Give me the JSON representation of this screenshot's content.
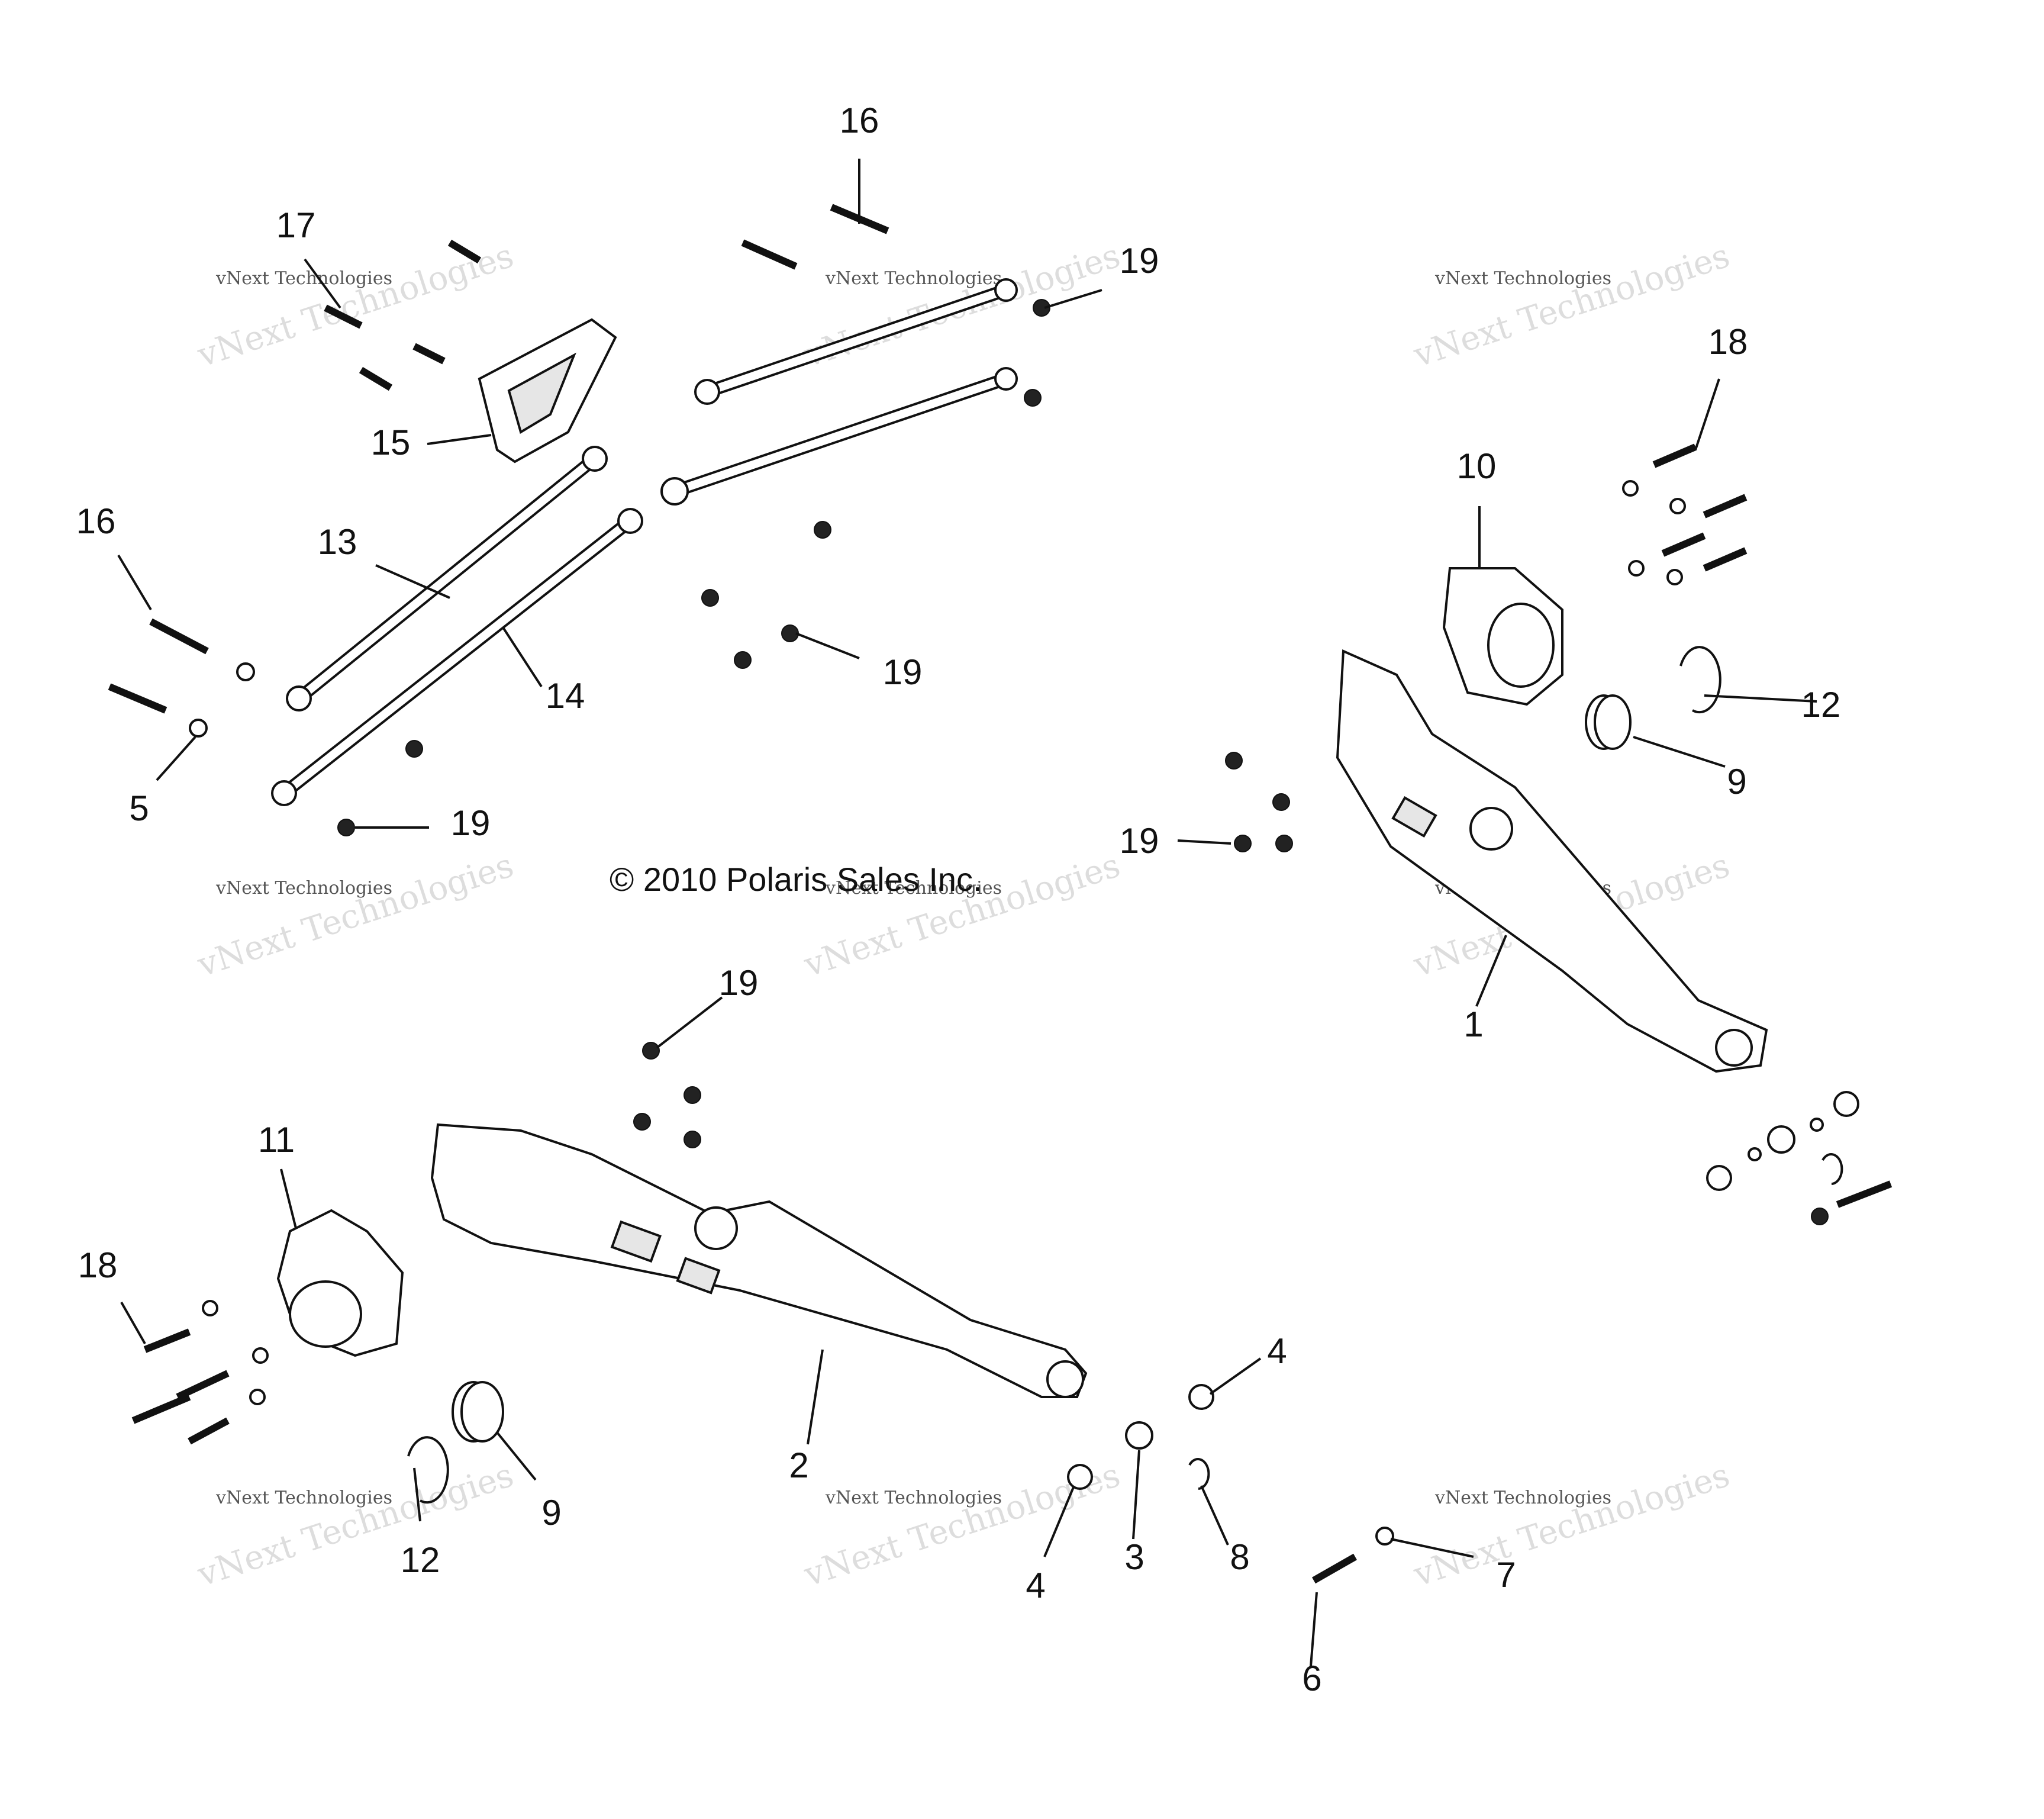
{
  "copyright": "© 2010 Polaris Sales Inc.",
  "watermark": {
    "small": "vNext Technologies",
    "large": "vNext Technologies"
  },
  "callouts": [
    {
      "id": "c16a",
      "label": "16"
    },
    {
      "id": "c17",
      "label": "17"
    },
    {
      "id": "c19a",
      "label": "19"
    },
    {
      "id": "c15",
      "label": "15"
    },
    {
      "id": "c16b",
      "label": "16"
    },
    {
      "id": "c13",
      "label": "13"
    },
    {
      "id": "c14",
      "label": "14"
    },
    {
      "id": "c19b",
      "label": "19"
    },
    {
      "id": "c5",
      "label": "5"
    },
    {
      "id": "c19c",
      "label": "19"
    },
    {
      "id": "c18a",
      "label": "18"
    },
    {
      "id": "c10",
      "label": "10"
    },
    {
      "id": "c12a",
      "label": "12"
    },
    {
      "id": "c9a",
      "label": "9"
    },
    {
      "id": "c19d",
      "label": "19"
    },
    {
      "id": "c1",
      "label": "1"
    },
    {
      "id": "c19e",
      "label": "19"
    },
    {
      "id": "c11",
      "label": "11"
    },
    {
      "id": "c18b",
      "label": "18"
    },
    {
      "id": "c9b",
      "label": "9"
    },
    {
      "id": "c12b",
      "label": "12"
    },
    {
      "id": "c2",
      "label": "2"
    },
    {
      "id": "c4a",
      "label": "4"
    },
    {
      "id": "c4b",
      "label": "4"
    },
    {
      "id": "c3",
      "label": "3"
    },
    {
      "id": "c8",
      "label": "8"
    },
    {
      "id": "c7",
      "label": "7"
    },
    {
      "id": "c6",
      "label": "6"
    }
  ]
}
